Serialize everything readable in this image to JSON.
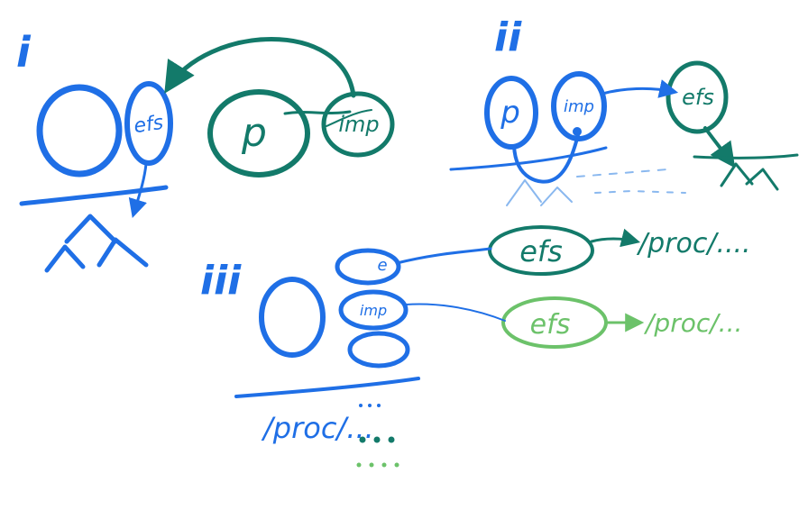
{
  "colors": {
    "blue": "#1f6fe6",
    "teal": "#137a6a",
    "green": "#6cc26a",
    "light_blue": "#8ab8ef"
  },
  "panels": {
    "i": {
      "marker": "i",
      "labels": {
        "efs": "efs",
        "p": "p",
        "imp": "imp"
      }
    },
    "ii": {
      "marker": "ii",
      "labels": {
        "p": "p",
        "imp": "imp",
        "efs": "efs"
      }
    },
    "iii": {
      "marker": "iii",
      "labels": {
        "e": "e",
        "imp": "imp",
        "efs_top": "efs",
        "efs_bottom": "efs",
        "path_top": "/proc/....",
        "path_bottom": "/proc/...",
        "path_base": "/proc/..."
      }
    }
  }
}
